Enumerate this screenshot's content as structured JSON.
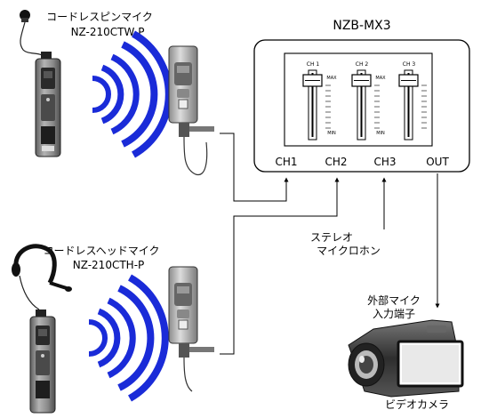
{
  "mixer": {
    "model": "NZB-MX3",
    "channels": [
      {
        "label_top": "CH 1",
        "label_bottom": "CH1"
      },
      {
        "label_top": "CH 2",
        "label_bottom": "CH2"
      },
      {
        "label_top": "CH 3",
        "label_bottom": "CH3"
      }
    ],
    "max_label": "MAX",
    "min_label": "MIN",
    "out_label": "OUT"
  },
  "pin_mic": {
    "name": "コードレスピンマイク",
    "model": "NZ-210CTW-P"
  },
  "headset_mic": {
    "name": "コードレスヘッドマイク",
    "model": "NZ-210CTH-P"
  },
  "stereo_mic": {
    "line1": "ステレオ",
    "line2": "マイクロホン"
  },
  "external_input": {
    "line1": "外部マイク",
    "line2": "入力端子"
  },
  "camera": {
    "label": "ビデオカメラ"
  },
  "colors": {
    "wave": "#1a2bd8",
    "device_body": "#8e8e8e",
    "device_dark": "#3a3a3a"
  }
}
